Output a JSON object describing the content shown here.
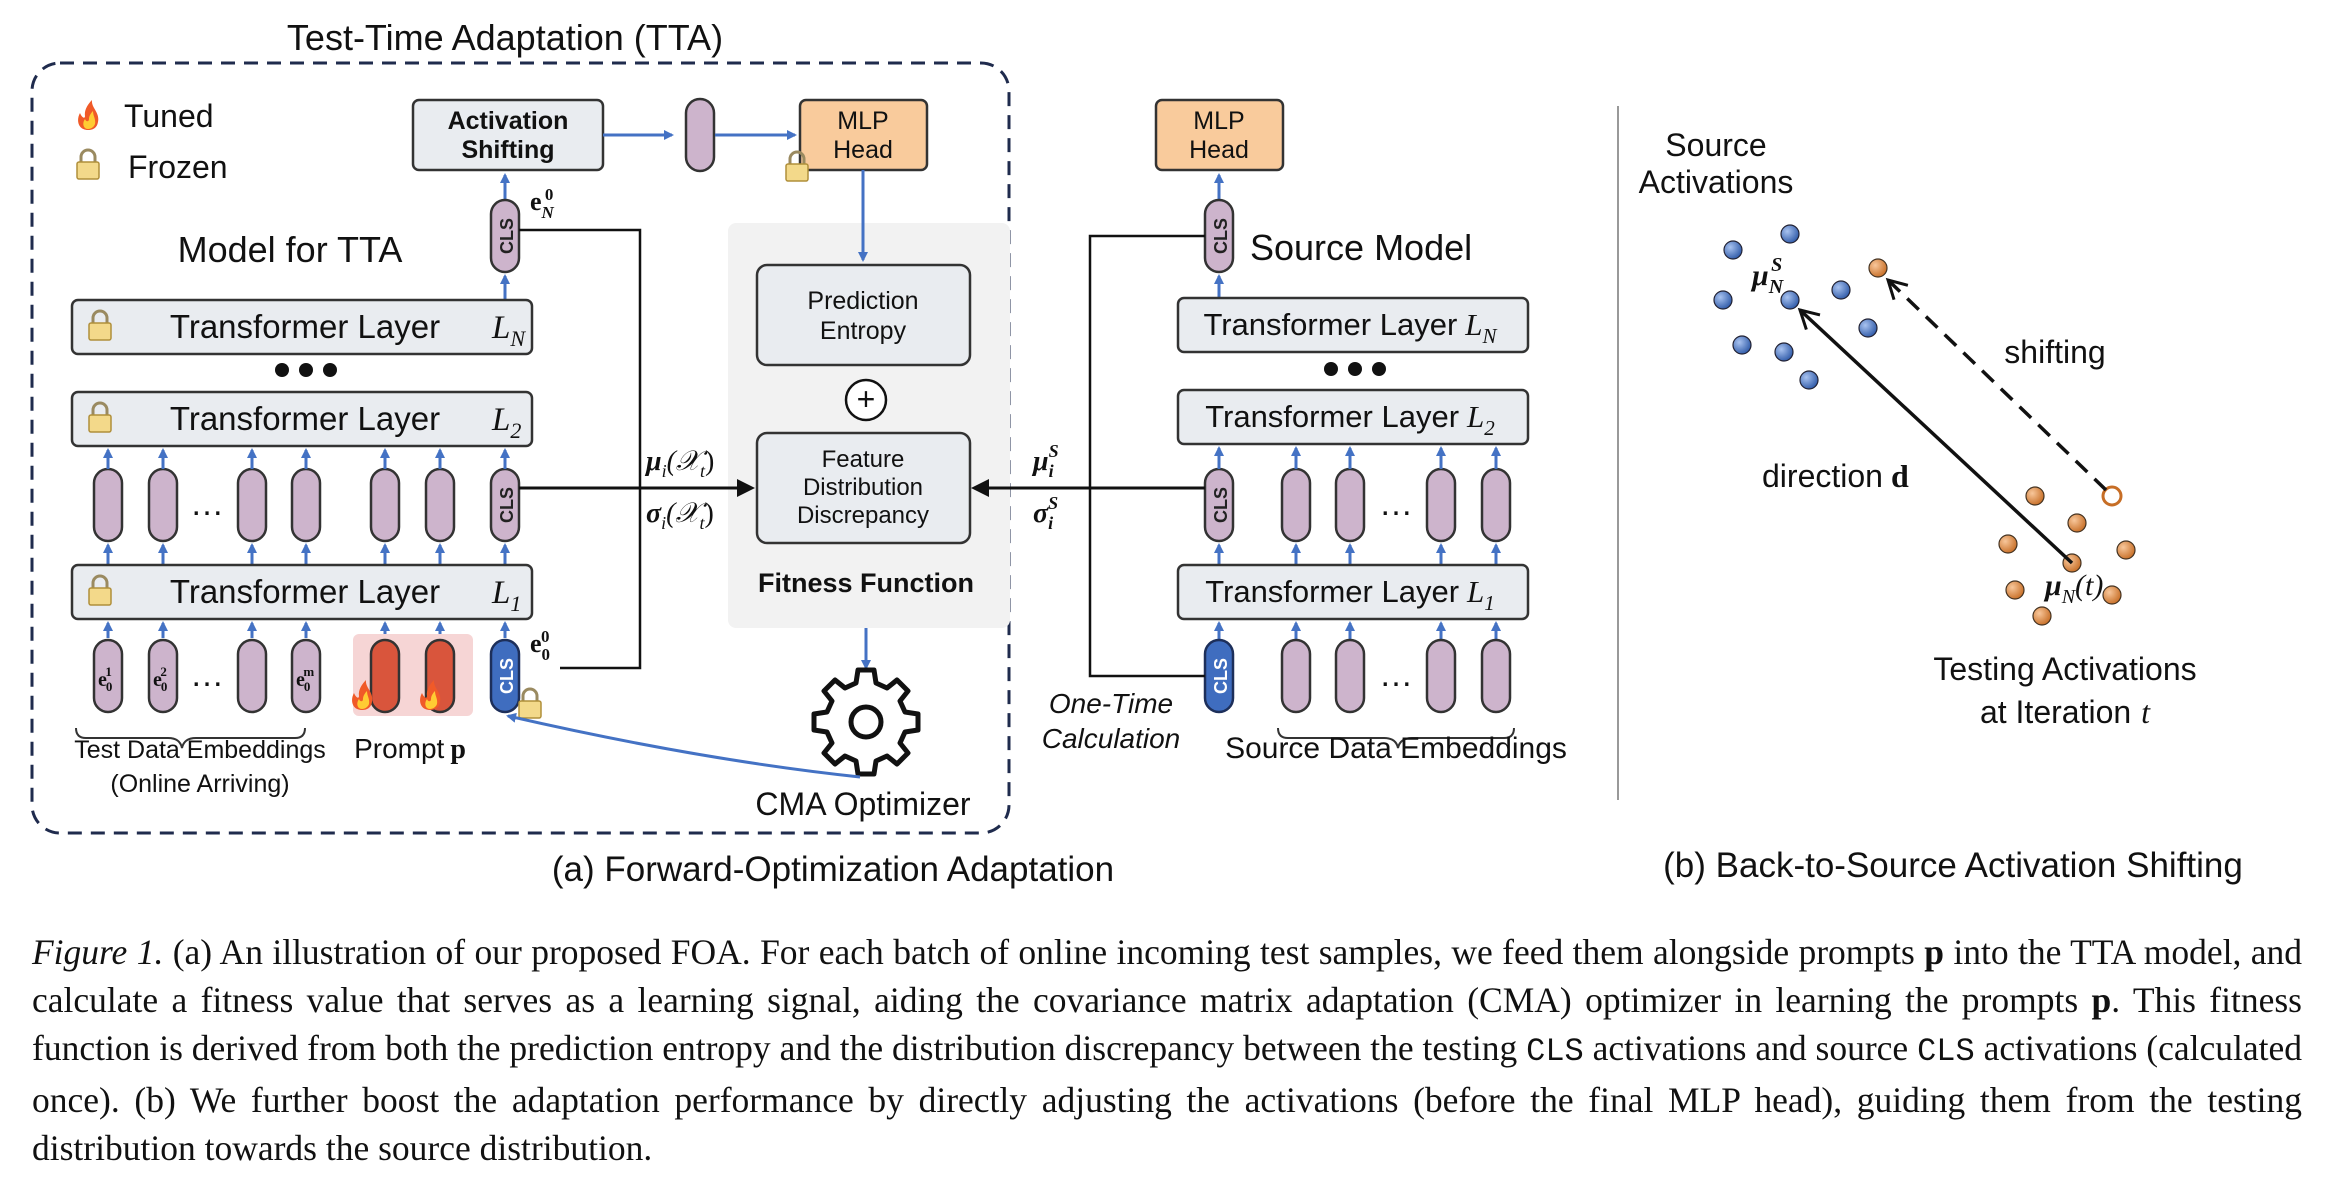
{
  "panel_a": {
    "tta_title": "Test-Time Adaptation (TTA)",
    "legend": {
      "tuned": "Tuned",
      "frozen": "Frozen"
    },
    "model_title": "Model for TTA",
    "transformer_label": "Transformer Layer",
    "layer_n": "L",
    "layer_n_sub": "N",
    "layer_2": "L",
    "layer_2_sub": "2",
    "layer_1": "L",
    "layer_1_sub": "1",
    "activation_shifting": [
      "Activation",
      "Shifting"
    ],
    "mlp_head": [
      "MLP",
      "Head"
    ],
    "cls": "CLS",
    "prediction_entropy": [
      "Prediction",
      "Entropy"
    ],
    "plus": "+",
    "feature_discrepancy": [
      "Feature",
      "Distribution",
      "Discrepancy"
    ],
    "fitness_function": "Fitness Function",
    "cma_optimizer": "CMA Optimizer",
    "mu_label": "μ",
    "mu_label_sub": "i",
    "mu_label_arg": "(𝒳",
    "mu_label_arg_sub": "t",
    "sigma_label": "σ",
    "source_mu": "μ",
    "source_sigma": "σ",
    "source_stat_sub": "i",
    "source_stat_sup": "S",
    "e_label": "e",
    "e_sub": "N",
    "e_sup": "0",
    "e0_sub": "0",
    "e0_sup": "0",
    "emb_1_sup": "1",
    "emb_2_sup": "2",
    "emb_m_sup": "m",
    "emb_sub": "0",
    "ellipsis": "…",
    "test_embeddings": "Test Data Embeddings",
    "online_arriving": "(Online Arriving)",
    "prompt_label": "Prompt",
    "prompt_symbol": "p",
    "source_model": "Source Model",
    "one_time": [
      "One-Time",
      "Calculation"
    ],
    "source_embeddings": "Source Data Embeddings",
    "caption": "(a) Forward-Optimization Adaptation"
  },
  "panel_b": {
    "source_activations": [
      "Source",
      "Activations"
    ],
    "mu_source": "μ",
    "mu_source_sub": "N",
    "mu_source_sup": "S",
    "shifting": "shifting",
    "direction": "direction",
    "direction_symbol": "d",
    "mu_test": "μ",
    "mu_test_sub": "N",
    "mu_test_arg": "(t)",
    "testing_activations": [
      "Testing Activations",
      "at Iteration"
    ],
    "iteration_symbol": "t",
    "caption": "(b) Back-to-Source Activation Shifting"
  },
  "figure_caption": {
    "label": "Figure 1.",
    "part1": " (a) An illustration of our proposed FOA. For each batch of online incoming test samples, we feed them alongside prompts ",
    "p1": "p",
    "part2": " into the TTA model, and calculate a fitness value that serves as a learning signal, aiding the covariance matrix adaptation (CMA) optimizer in learning the prompts ",
    "p2": "p",
    "part3": ". This fitness function is derived from both the prediction entropy and the distribution discrepancy between the testing ",
    "cls1": "CLS",
    "part4": " activations and source ",
    "cls2": "CLS",
    "part5": " activations (calculated once). (b) We further boost the adaptation performance by directly adjusting the activations (before the final MLP head), guiding them from the testing distribution towards the source distribution."
  },
  "colors": {
    "token_fill": "#cdb4cc",
    "token_stroke": "#3a3a3a",
    "cls_blue": "#3f6dbf",
    "prompt_red": "#d9553c",
    "prompt_bg": "#f6d5d5",
    "mlp_orange": "#f9cb9c",
    "layer_fill": "#e9ecf0",
    "arrow_blue": "#4472c4",
    "fitness_bg": "#f2f2f2",
    "dot_blue": "#4f77c2",
    "dot_orange": "#e08a45"
  }
}
